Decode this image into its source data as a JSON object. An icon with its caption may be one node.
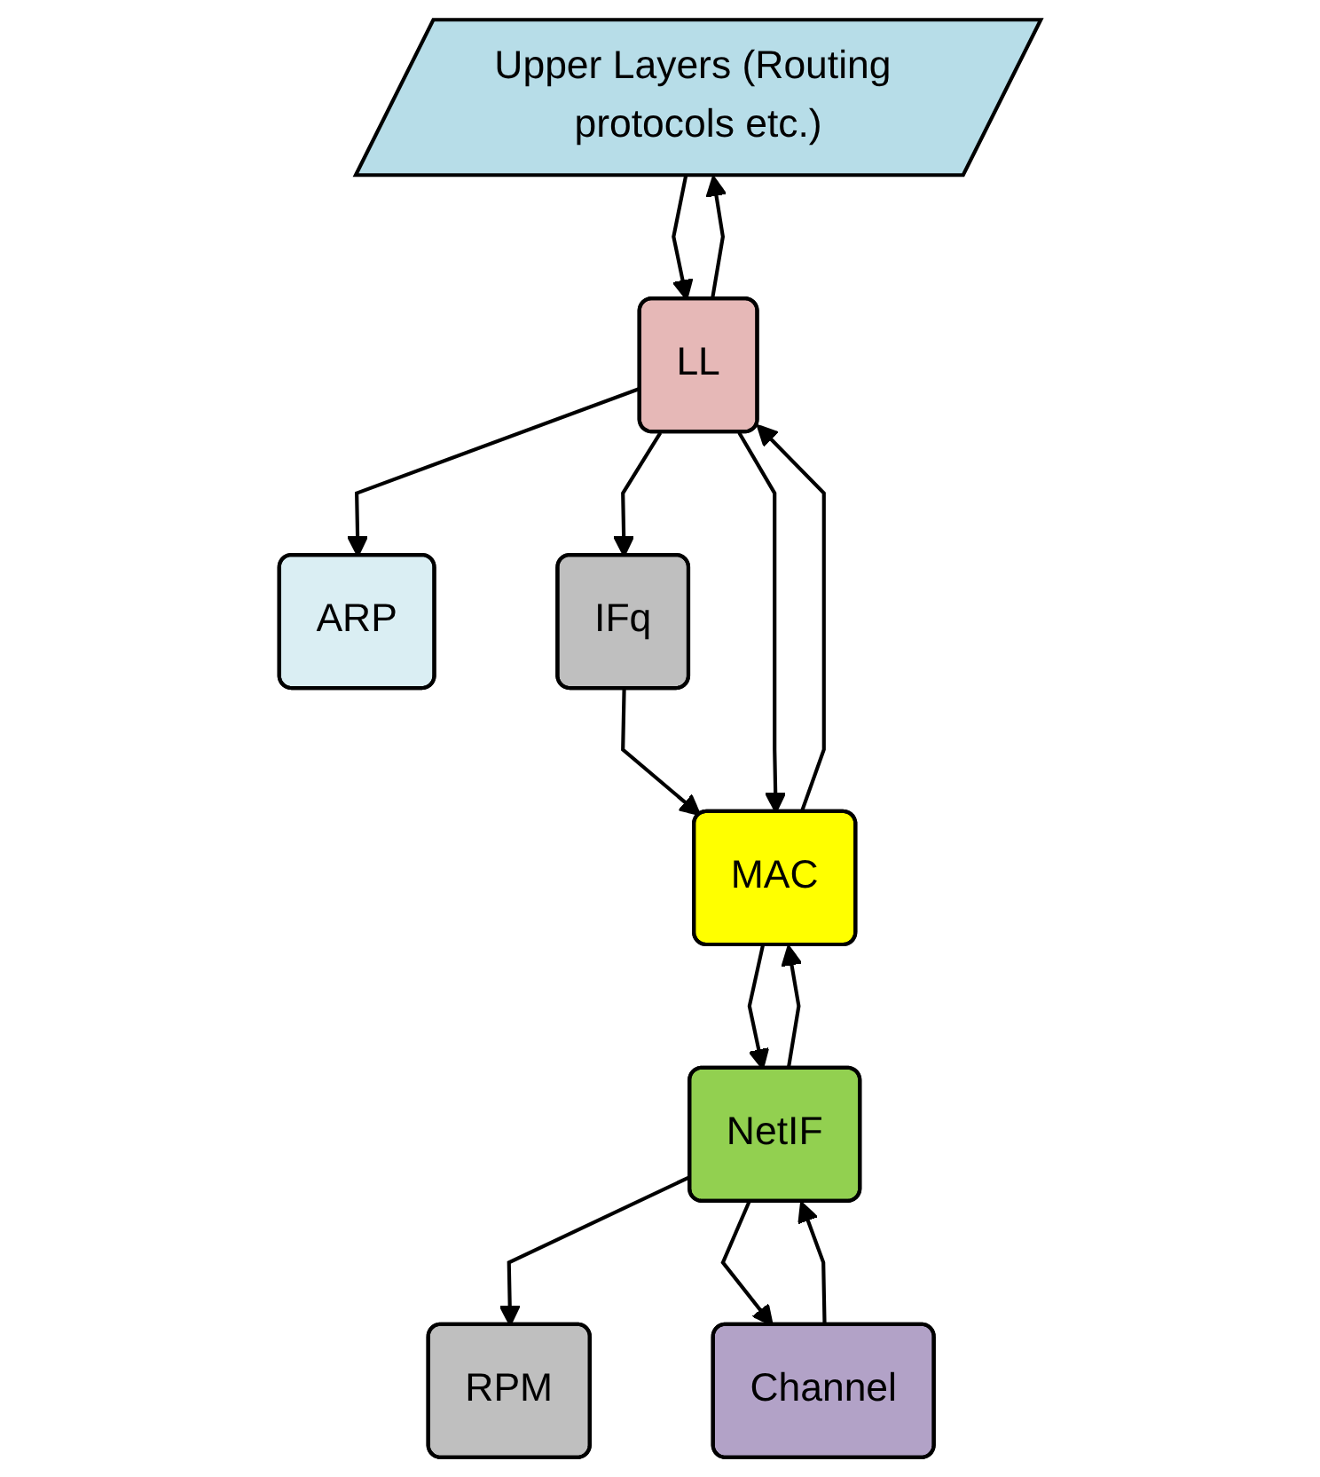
{
  "diagram": {
    "nodes": [
      {
        "text": [
          "Upper Layers (Routing protocols etc.)"
        ]
      },
      {
        "text": [
          "LL"
        ]
      },
      {
        "text": [
          "ARP"
        ]
      },
      {
        "text": [
          "IFq"
        ]
      },
      {
        "text": [
          "MAC"
        ]
      },
      {
        "text": [
          "RPM"
        ]
      },
      {
        "text": [
          "NetIF"
        ]
      },
      {
        "text": [
          "Channel"
        ]
      }
    ],
    "edges": [
      {
        "from": 0,
        "to": 1,
        "arrow": "to"
      },
      {
        "from": 1,
        "to": 0,
        "arrow": "to"
      },
      {
        "from": 1,
        "to": 2,
        "arrow": "to"
      },
      {
        "from": 1,
        "to": 3,
        "arrow": "to"
      },
      {
        "from": 3,
        "to": 4,
        "arrow": "to"
      },
      {
        "from": 1,
        "to": 4,
        "arrow": "to"
      },
      {
        "from": 4,
        "to": 1,
        "arrow": "to"
      },
      {
        "from": 4,
        "to": 6,
        "arrow": "to"
      },
      {
        "from": 6,
        "to": 4,
        "arrow": "to"
      },
      {
        "from": 6,
        "to": 5,
        "arrow": "to"
      },
      {
        "from": 6,
        "to": 7,
        "arrow": "to"
      },
      {
        "from": 7,
        "to": 6,
        "arrow": "to"
      }
    ]
  }
}
